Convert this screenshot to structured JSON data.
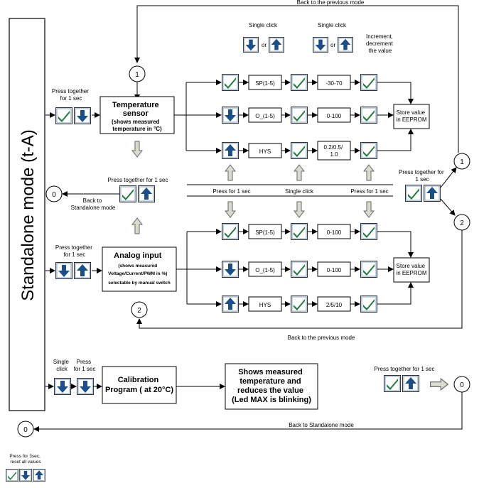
{
  "side_title": "Standalone mode (t-A)",
  "colors": {
    "check": "#1e7a3a",
    "arrow": "#1a4f8a",
    "key_bg": "#dfe9f3",
    "hollow": "#d9dccc"
  },
  "labels": {
    "back_prev_top": "Back to the previous mode",
    "back_prev_mid": "Back to the previous mode",
    "back_standalone_bottom": "Back to Standalone mode",
    "single_click_1": "Single click",
    "single_click_2": "Single click",
    "or_1": "or",
    "or_2": "or",
    "incdec": [
      "Increment,",
      "decrement",
      "the value"
    ],
    "press_together_1sec_a": [
      "Press together",
      "for 1 sec"
    ],
    "press_together_1sec_b": "Press together for 1 sec",
    "press_together_1sec_c": [
      "Press together",
      "for 1 sec"
    ],
    "press_together_right": [
      "Press together for",
      "1 sec"
    ],
    "press_together_bottom": "Press together for 1 sec",
    "back_to_standalone_mode": [
      "Back to",
      "Standalone mode"
    ],
    "press_1sec_left": "Press for 1 sec",
    "single_click_mid": "Single click",
    "press_1sec_right": "Press for 1 sec",
    "calib_single": [
      "Single",
      "click"
    ],
    "calib_press": [
      "Press",
      "for 1 sec"
    ],
    "reset": [
      "Press for 3sec,",
      "reset all values"
    ]
  },
  "boxes": {
    "temp_sensor": [
      "Temperature",
      "sensor",
      "(shows measured",
      "temperature in °C)"
    ],
    "analog_input": [
      "Analog input",
      "(shows measured",
      "Voltage/Current/PWM in %)",
      "selectable by manual switch"
    ],
    "calibration": [
      "Calibration",
      "Program ( at 20°C)"
    ],
    "shows_measured": [
      "Shows measured",
      "temperature and",
      "reduces the value",
      "(Led MAX is blinking)"
    ],
    "store_top": [
      "Store value",
      "in EEPROM"
    ],
    "store_bottom": [
      "Store value",
      "in EEPROM"
    ]
  },
  "params_top": [
    {
      "param": "SP(1-5)",
      "range": "-30-70"
    },
    {
      "param": "O_(1-5)",
      "range": "0-100"
    },
    {
      "param": "HYS",
      "range": [
        "0.2/0.5/",
        "1.0"
      ]
    }
  ],
  "params_bottom": [
    {
      "param": "SP(1-5)",
      "range": "0-100"
    },
    {
      "param": "O_(1-5)",
      "range": "0-100"
    },
    {
      "param": "HYS",
      "range": "2/5/10"
    }
  ],
  "circles": {
    "one": "1",
    "two": "2",
    "zero": "0"
  }
}
